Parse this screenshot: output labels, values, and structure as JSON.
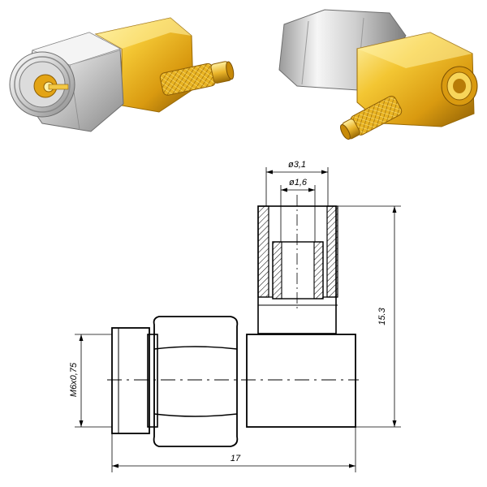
{
  "photos": {
    "left": {
      "body_plating": "gold",
      "nut_plating": "silver"
    },
    "right": {
      "body_plating": "gold",
      "nut_plating": "silver"
    }
  },
  "dimensions": {
    "outer_diameter": "ø3,1",
    "inner_diameter": "ø1,6",
    "height": "15.3",
    "thread": "M6x0,75",
    "length": "17"
  },
  "colors": {
    "gold_light": "#ffe680",
    "gold_mid": "#e8b51a",
    "gold_dark": "#9a6a05",
    "silver_light": "#f4f4f4",
    "silver_mid": "#c8c8c8",
    "silver_dark": "#7a7a7a"
  }
}
